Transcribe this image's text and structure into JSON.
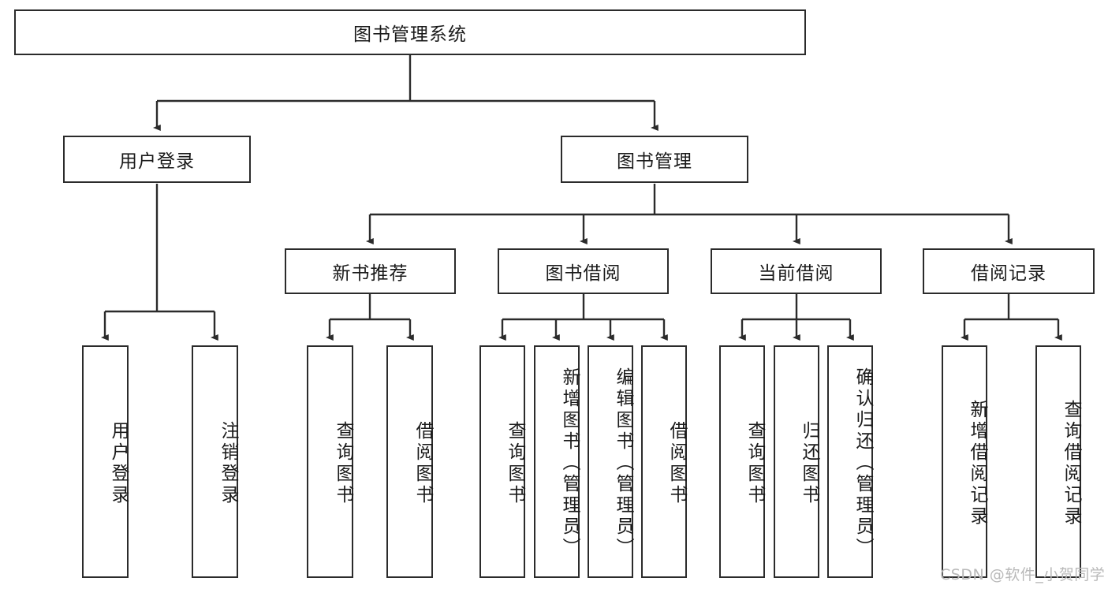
{
  "diagram": {
    "title": "图书管理系统",
    "type": "tree-hierarchy-diagram",
    "watermark": "CSDN @软件_小贺同学",
    "colors": {
      "stroke": "#2b2b2b",
      "fill": "#ffffff",
      "text": "#1a1a1a",
      "watermark": "#b9b9b9"
    },
    "levels": {
      "root": {
        "label": "图书管理系统"
      },
      "level2": [
        {
          "label": "用户登录"
        },
        {
          "label": "图书管理"
        }
      ],
      "level3": [
        {
          "label": "新书推荐"
        },
        {
          "label": "图书借阅"
        },
        {
          "label": "当前借阅"
        },
        {
          "label": "借阅记录"
        }
      ],
      "leaves": {
        "user_login": [
          {
            "label": "用户登录"
          },
          {
            "label": "注销登录"
          }
        ],
        "new_book_recommend": [
          {
            "label": "查询图书"
          },
          {
            "label": "借阅图书"
          }
        ],
        "book_borrow": [
          {
            "label": "查询图书"
          },
          {
            "label": "新增图书（管理员）"
          },
          {
            "label": "编辑图书（管理员）"
          },
          {
            "label": "借阅图书"
          }
        ],
        "current_borrow": [
          {
            "label": "查询图书"
          },
          {
            "label": "归还图书"
          },
          {
            "label": "确认归还（管理员）"
          }
        ],
        "borrow_record": [
          {
            "label": "新增借阅记录"
          },
          {
            "label": "查询借阅记录"
          }
        ]
      }
    }
  }
}
